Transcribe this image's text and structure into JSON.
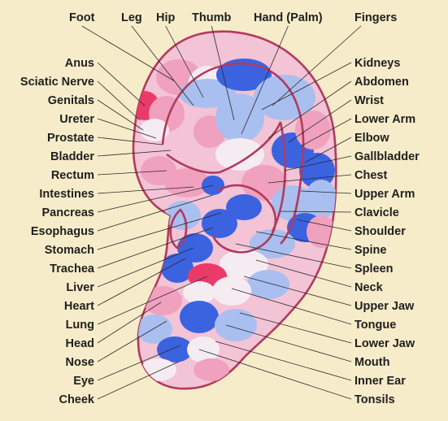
{
  "colors": {
    "background": "#f7ecc9",
    "ear_base": "#f3c3d6",
    "blue": "#3b63e0",
    "light_blue": "#a9bff0",
    "pink": "#f0a1bd",
    "hot_pink": "#ea3a6a",
    "white": "#f5ecf1",
    "outline": "#b23a5e",
    "text": "#1f1f1f"
  },
  "labels": {
    "top": [
      "Foot",
      "Leg",
      "Hip",
      "Thumb",
      "Hand (Palm)",
      "Fingers"
    ],
    "left": [
      "Anus",
      "Sciatic Nerve",
      "Genitals",
      "Ureter",
      "Prostate",
      "Bladder",
      "Rectum",
      "Intestines",
      "Pancreas",
      "Esophagus",
      "Stomach",
      "Trachea",
      "Liver",
      "Heart",
      "Lung",
      "Head",
      "Nose",
      "Eye",
      "Cheek"
    ],
    "right": [
      "Kidneys",
      "Abdomen",
      "Wrist",
      "Lower Arm",
      "Elbow",
      "Gallbladder",
      "Chest",
      "Upper Arm",
      "Clavicle",
      "Shoulder",
      "Spine",
      "Spleen",
      "Neck",
      "Upper Jaw",
      "Tongue",
      "Lower Jaw",
      "Mouth",
      "Inner Ear",
      "Tonsils"
    ]
  }
}
